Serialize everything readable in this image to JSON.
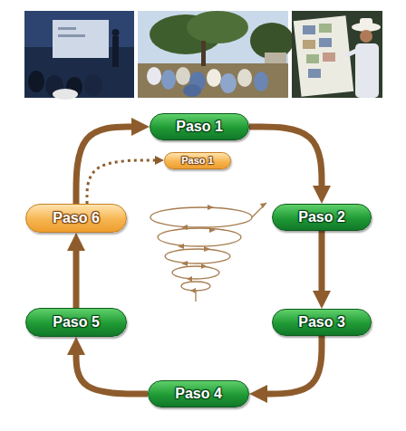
{
  "diagram": {
    "nodes": [
      {
        "text": [
          "Paso 1"
        ]
      },
      {
        "text": [
          "Paso 1"
        ]
      },
      {
        "text": [
          "Paso 6"
        ]
      },
      {
        "text": [
          "Paso 2"
        ]
      },
      {
        "text": [
          "Paso 5"
        ]
      },
      {
        "text": [
          "Paso 3"
        ]
      },
      {
        "text": [
          "Paso 4"
        ]
      }
    ],
    "edges": [
      {
        "from": 0,
        "to": 3,
        "arrow": "to"
      },
      {
        "from": 3,
        "to": 5,
        "arrow": "to"
      },
      {
        "from": 5,
        "to": 6,
        "arrow": "to"
      },
      {
        "from": 6,
        "to": 4,
        "arrow": "to"
      },
      {
        "from": 4,
        "to": 2,
        "arrow": "to"
      },
      {
        "from": 2,
        "to": 0,
        "arrow": "to"
      },
      {
        "from": 2,
        "to": 1,
        "arrow": "to"
      }
    ]
  }
}
